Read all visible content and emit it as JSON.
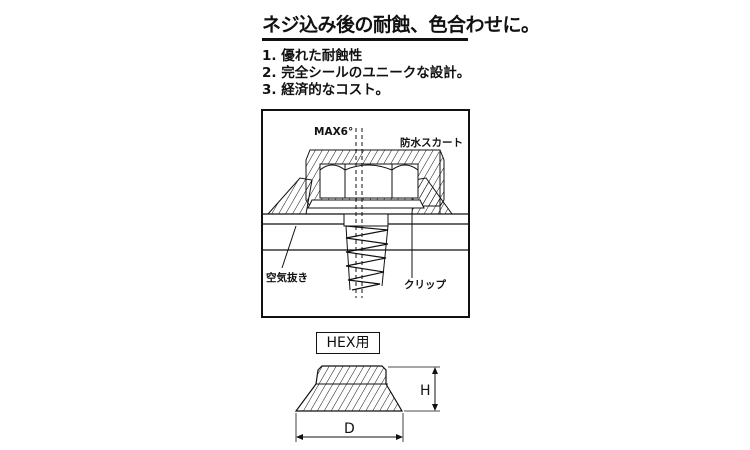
{
  "title": "ネジ込み後の耐蝕、色合わせに。",
  "features": [
    "1. 優れた耐蝕性",
    "2. 完全シールのユニークな設計。",
    "3. 経済的なコスト。"
  ],
  "diagram": {
    "angle_label": "MAX6°",
    "skirt_label": "防水スカート",
    "vent_label": "空気抜き",
    "clip_label": "クリップ"
  },
  "dimension": {
    "box_label": "HEX用",
    "height_label": "H",
    "diameter_label": "D"
  }
}
